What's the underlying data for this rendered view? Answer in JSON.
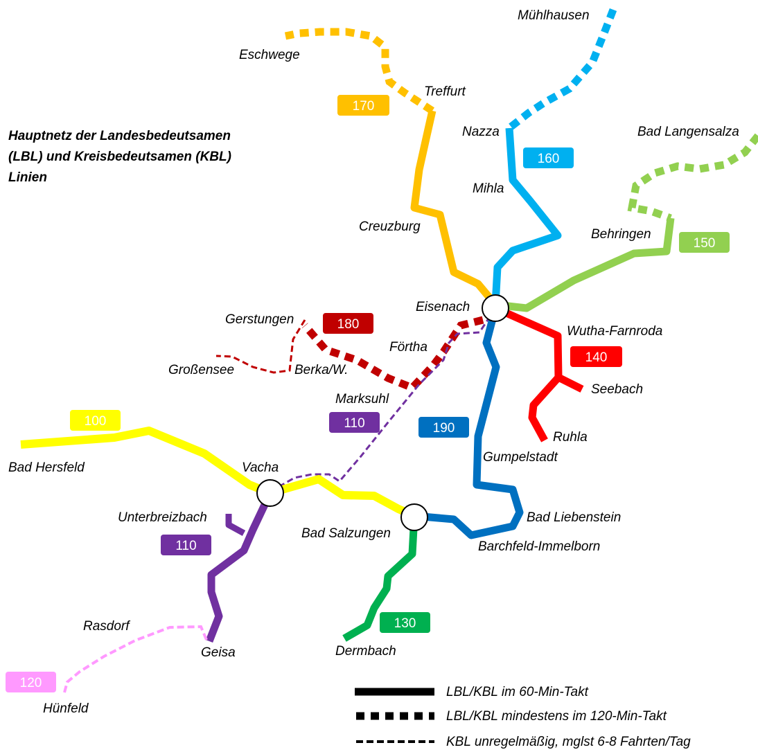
{
  "title": {
    "line1": "Hauptnetz der Landesbedeutsamen",
    "line2": "(LBL) und Kreisbedeutsamen (KBL)",
    "line3": "Linien"
  },
  "places": {
    "muehlhausen": "Mühlhausen",
    "eschwege": "Eschwege",
    "treffurt": "Treffurt",
    "nazza": "Nazza",
    "bad_langensalza": "Bad Langensalza",
    "mihla": "Mihla",
    "creuzburg": "Creuzburg",
    "behringen": "Behringen",
    "eisenach": "Eisenach",
    "gerstungen": "Gerstungen",
    "wutha_farnroda": "Wutha-Farnroda",
    "foertha": "Förtha",
    "grossensee": "Großensee",
    "berka": "Berka/W.",
    "seebach": "Seebach",
    "marksuhl": "Marksuhl",
    "ruhla": "Ruhla",
    "gumpelstadt": "Gumpelstadt",
    "bad_hersfeld": "Bad Hersfeld",
    "vacha": "Vacha",
    "unterbreizbach": "Unterbreizbach",
    "bad_liebenstein": "Bad Liebenstein",
    "bad_salzungen": "Bad Salzungen",
    "barchfeld": "Barchfeld-Immelborn",
    "rasdorf": "Rasdorf",
    "geisa": "Geisa",
    "dermbach": "Dermbach",
    "huenfeld": "Hünfeld"
  },
  "lines": {
    "l100": {
      "number": "100",
      "color": "#ffff00",
      "text_color": "#000000"
    },
    "l110a": {
      "number": "110",
      "color": "#7030a0",
      "text_color": "#ffffff"
    },
    "l110b": {
      "number": "110",
      "color": "#7030a0",
      "text_color": "#ffffff"
    },
    "l120": {
      "number": "120",
      "color": "#ff99ff",
      "text_color": "#ffffff"
    },
    "l130": {
      "number": "130",
      "color": "#00b050",
      "text_color": "#ffffff"
    },
    "l140": {
      "number": "140",
      "color": "#ff0000",
      "text_color": "#ffffff"
    },
    "l150": {
      "number": "150",
      "color": "#92d050",
      "text_color": "#ffffff"
    },
    "l160": {
      "number": "160",
      "color": "#00b0f0",
      "text_color": "#ffffff"
    },
    "l170": {
      "number": "170",
      "color": "#ffc000",
      "text_color": "#ffffff"
    },
    "l180": {
      "number": "180",
      "color": "#c00000",
      "text_color": "#ffffff"
    },
    "l190": {
      "number": "190",
      "color": "#0070c0",
      "text_color": "#ffffff"
    }
  },
  "legend": {
    "solid": "LBL/KBL im 60-Min-Takt",
    "dotted": "LBL/KBL mindestens im 120-Min-Takt",
    "dashed": "KBL unregelmäßig, mglst 6-8 Fahrten/Tag"
  }
}
